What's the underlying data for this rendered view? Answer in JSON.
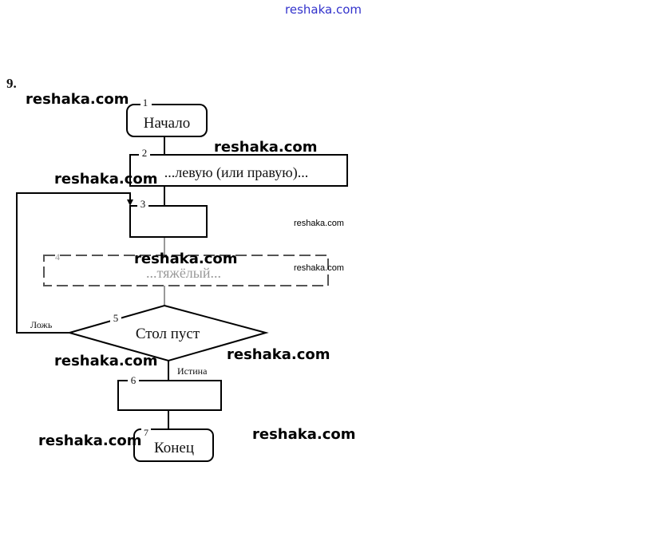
{
  "watermark": "reshaka.com",
  "problem_number": "9.",
  "blocks": [
    {
      "num": "1",
      "text": "Начало"
    },
    {
      "num": "2",
      "text": "...левую (или правую)..."
    },
    {
      "num": "3",
      "text": ""
    },
    {
      "num": "4",
      "text": "...тяжёлый..."
    },
    {
      "num": "5",
      "text": "Стол пуст"
    },
    {
      "num": "6",
      "text": ""
    },
    {
      "num": "7",
      "text": "Конец"
    }
  ],
  "branches": {
    "false_label": "Ложь",
    "true_label": "Истина"
  },
  "colors": {
    "top_watermark": "#3333cc",
    "faded": "#999999"
  }
}
